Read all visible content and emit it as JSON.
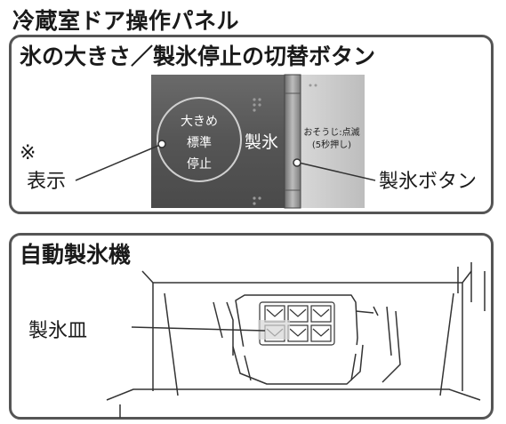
{
  "page": {
    "title": "冷蔵室ドア操作パネル"
  },
  "ice_button_panel": {
    "heading": "氷の大きさ／製氷停止の切替ボタン",
    "indicator_lines": [
      "大きめ",
      "標準",
      "停止"
    ],
    "ice_label": "製氷",
    "clean_line1": "おそうじ:点滅",
    "clean_line2": "(5秒押し)",
    "note_mark": "※",
    "display_callout": "表示",
    "ice_button_callout": "製氷ボタン"
  },
  "ice_maker": {
    "heading": "自動製氷機",
    "tray_callout": "製氷皿"
  }
}
